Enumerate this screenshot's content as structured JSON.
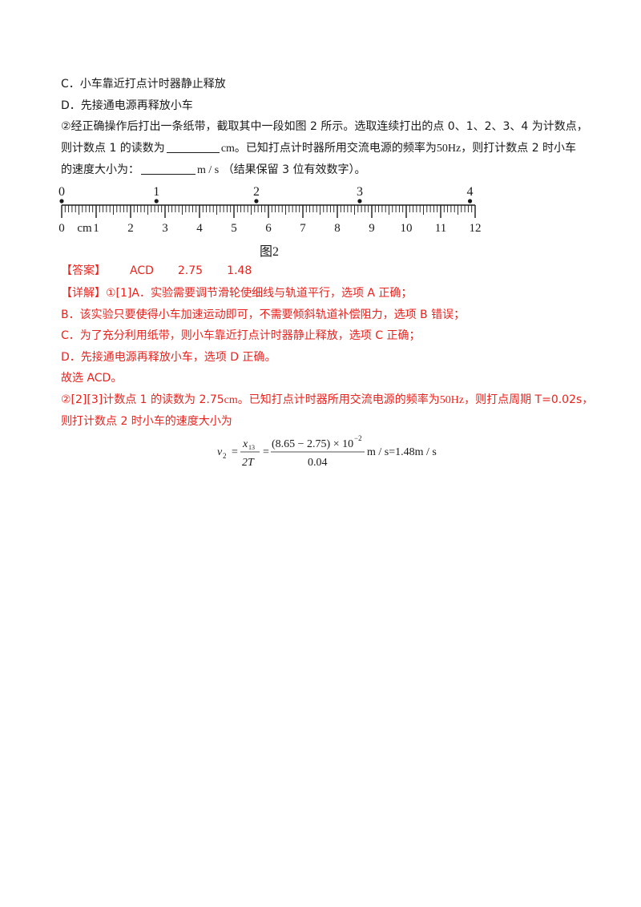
{
  "question": {
    "option_c": "C．小车靠近打点计时器静止释放",
    "option_d": "D．先接通电源再释放小车",
    "part2_line1": "②经正确操作后打出一条纸带，截取其中一段如图 2 所示。选取连续打出的点 0、1、2、3、4 为计数点，",
    "part2_line2_a": "则计数点 1 的读数为",
    "part2_line2_unit": "cm",
    "part2_line2_b": "。已知打点计时器所用交流电源的频率为",
    "part2_line2_freq": "50Hz",
    "part2_line2_c": "，则打计数点 2 时小车",
    "part2_line3_a": "的速度大小为：",
    "part2_line3_unit": "m / s",
    "part2_line3_b": "（结果保留 3 位有效数字）。"
  },
  "figure": {
    "caption": "图2",
    "unit_label": "cm",
    "count_points": [
      "0",
      "1",
      "2",
      "3",
      "4"
    ],
    "count_point_positions_cm": [
      0,
      2.75,
      5.65,
      8.65,
      11.85
    ],
    "tick_labels": [
      "0",
      "1",
      "2",
      "3",
      "4",
      "5",
      "6",
      "7",
      "8",
      "9",
      "10",
      "11",
      "12"
    ]
  },
  "answer": {
    "label": "【答案】",
    "values": [
      "ACD",
      "2.75",
      "1.48"
    ]
  },
  "explanation": {
    "line1": "【详解】①[1]A．实验需要调节滑轮使细线与轨道平行，选项 A 正确；",
    "line2": "B．该实验只要使得小车加速运动即可，不需要倾斜轨道补偿阻力，选项 B 错误；",
    "line3": "C．为了充分利用纸带，则小车靠近打点计时器静止释放，选项 C 正确；",
    "line4": "D．先接通电源再释放小车，选项 D 正确。",
    "line5": "故选 ACD。",
    "line6_a": "②[2][3]计数点 1 的读数为 2.75",
    "line6_unit": "cm",
    "line6_b": "。已知打点计时器所用交流电源的频率为",
    "line6_freq": "50Hz",
    "line6_c": "，则打点周期 T=0.02s，",
    "line7": "则打计数点 2 时小车的速度大小为",
    "formula": {
      "lhs": "v",
      "lhs_sub": "2",
      "frac1_num": "x",
      "frac1_num_sub": "13",
      "frac1_den": "2T",
      "frac2_num": "(8.65 − 2.75) × 10",
      "frac2_exp": "−2",
      "frac2_den": "0.04",
      "result": "m / s=1.48m / s"
    }
  }
}
